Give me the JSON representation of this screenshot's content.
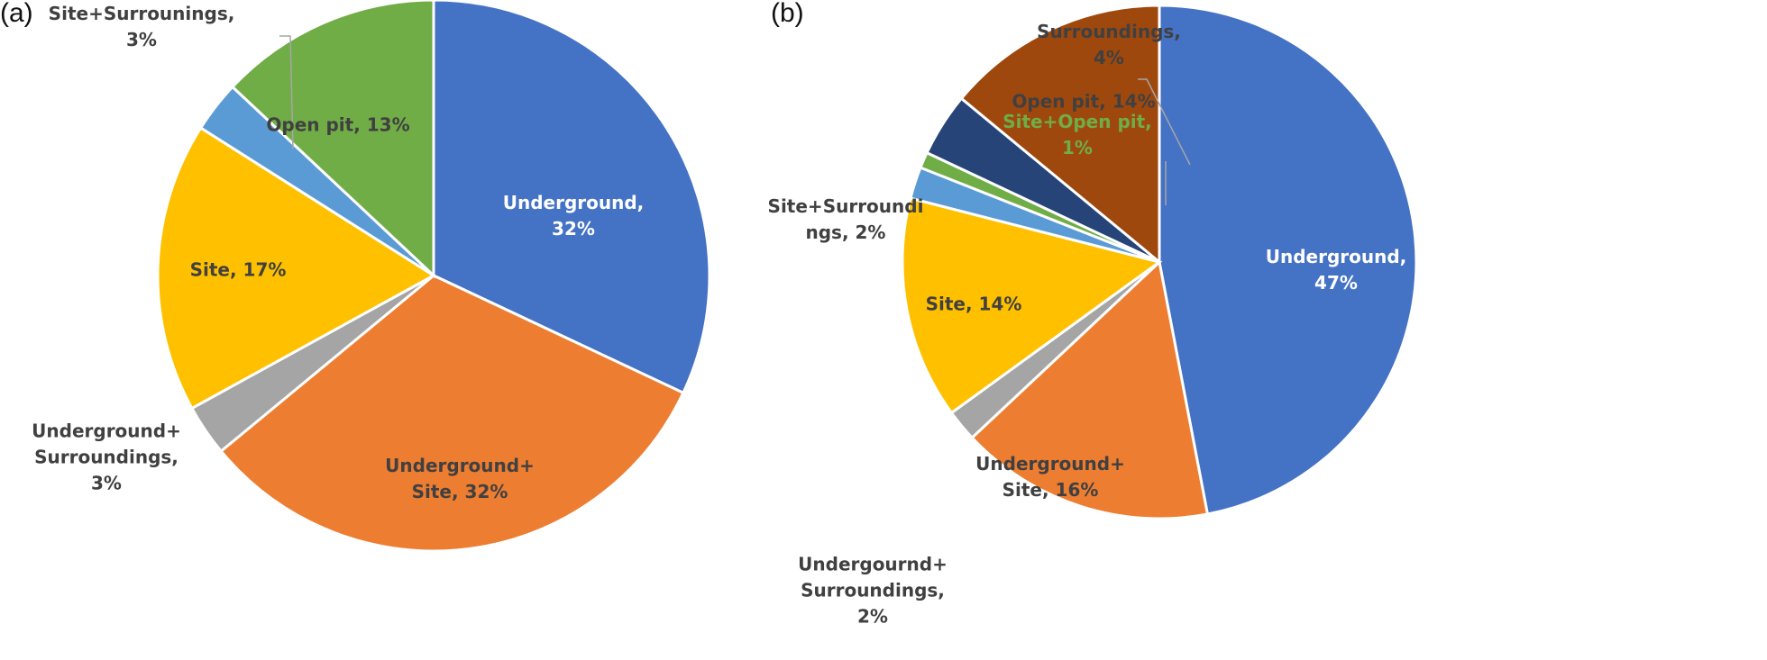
{
  "chart_data": [
    {
      "type": "pie",
      "panel_label": "(a)",
      "slices": [
        {
          "label": "Underground,\n32%",
          "name": "Underground",
          "value": 32,
          "color": "#4472C4"
        },
        {
          "label": "Underground+\nSite, 32%",
          "name": "Underground+Site",
          "value": 32,
          "color": "#ED7D31"
        },
        {
          "label": "Underground+\nSurroundings,\n3%",
          "name": "Underground+Surroundings",
          "value": 3,
          "color": "#A5A5A5"
        },
        {
          "label": "Site, 17%",
          "name": "Site",
          "value": 17,
          "color": "#FFC000"
        },
        {
          "label": "Site+Surrounings,\n3%",
          "name": "Site+Surrounings",
          "value": 3,
          "color": "#5B9BD5"
        },
        {
          "label": "Open pit, 13%",
          "name": "Open pit",
          "value": 13,
          "color": "#70AD47"
        }
      ]
    },
    {
      "type": "pie",
      "panel_label": "(b)",
      "slices": [
        {
          "label": "Underground,\n47%",
          "name": "Underground",
          "value": 47,
          "color": "#4472C4"
        },
        {
          "label": "Underground+\nSite, 16%",
          "name": "Underground+Site",
          "value": 16,
          "color": "#ED7D31"
        },
        {
          "label": "Undergournd+\nSurroundings,\n2%",
          "name": "Undergournd+Surroundings",
          "value": 2,
          "color": "#A5A5A5"
        },
        {
          "label": "Site, 14%",
          "name": "Site",
          "value": 14,
          "color": "#FFC000"
        },
        {
          "label": "Site+Surroundi\nngs, 2%",
          "name": "Site+Surroundings",
          "value": 2,
          "color": "#5B9BD5"
        },
        {
          "label": "Site+Open pit,\n1%",
          "name": "Site+Open pit",
          "value": 1,
          "color": "#70AD47"
        },
        {
          "label": "Surroundings,\n4%",
          "name": "Surroundings",
          "value": 4,
          "color": "#264478"
        },
        {
          "label": "Open pit, 14%",
          "name": "Open pit",
          "value": 14,
          "color": "#9E480E"
        }
      ]
    }
  ]
}
